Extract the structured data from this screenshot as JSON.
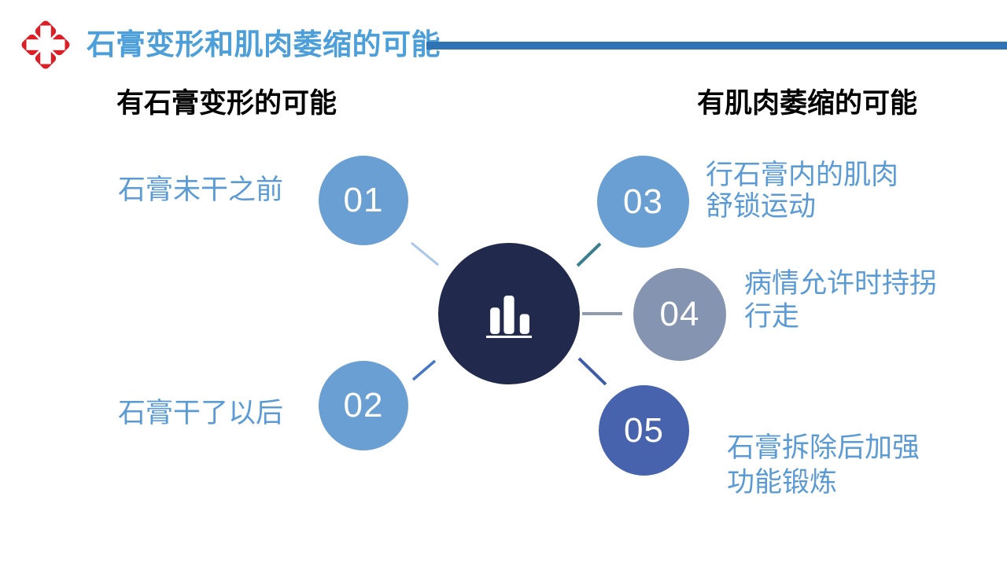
{
  "slide": {
    "background": "#ffffff",
    "header": {
      "logo_icon": "hospital-cross-logo",
      "logo_color": "#DC1E26",
      "title": "石膏变形和肌肉萎缩的可能",
      "title_color": "#4C9FD9",
      "rule_color": "#2E74B5"
    },
    "column_headings": {
      "left": "有石膏变形的可能",
      "right": "有肌肉萎缩的可能"
    },
    "hub": {
      "icon": "bar-chart-icon",
      "color": "#212A4C",
      "icon_color": "#FFFFFF"
    },
    "label_color": "#5B9BD5",
    "number_color": "#FFFFFF",
    "items": [
      {
        "number": "01",
        "lines": [
          "石膏未干之前"
        ],
        "circle_color": "#699FD3",
        "connector_color": "#A9C6E8"
      },
      {
        "number": "02",
        "lines": [
          "石膏干了以后"
        ],
        "circle_color": "#699FD3",
        "connector_color": "#4777C4"
      },
      {
        "number": "03",
        "lines": [
          "行石膏内的肌肉",
          "舒锁运动"
        ],
        "circle_color": "#699FD3",
        "connector_color": "#3A7F8E"
      },
      {
        "number": "04",
        "lines": [
          "病情允许时持拐",
          "行走"
        ],
        "circle_color": "#8494B1",
        "connector_color": "#8E9BAD"
      },
      {
        "number": "05",
        "lines": [
          "石膏拆除后加强",
          "功能锻炼"
        ],
        "circle_color": "#4763AE",
        "connector_color": "#3E5CA7"
      }
    ]
  }
}
